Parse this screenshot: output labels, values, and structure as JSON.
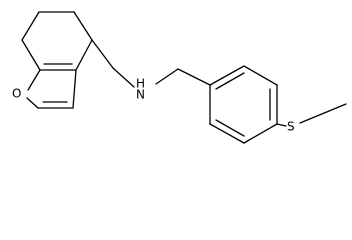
{
  "atoms": [
    {
      "id": "O1",
      "symbol": "O"
    },
    {
      "id": "N1",
      "symbol": "H",
      "suffix": "N"
    },
    {
      "id": "S1",
      "symbol": "S"
    }
  ]
}
